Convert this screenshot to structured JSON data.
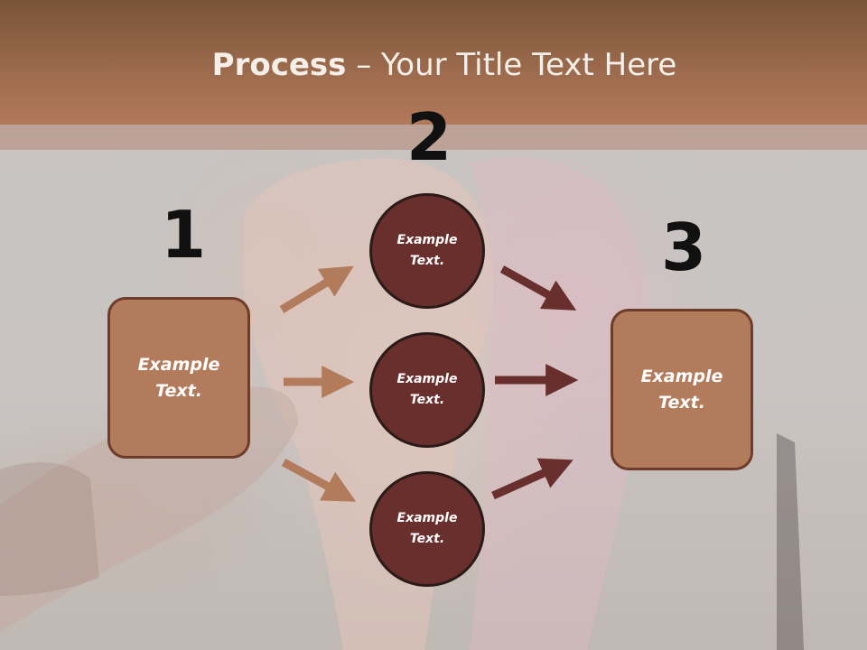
{
  "title": {
    "bold": "Process",
    "dash": " – ",
    "rest": "Your Title Text Here"
  },
  "steps": [
    {
      "number": "1",
      "label": "Example Text."
    },
    {
      "number": "2",
      "items": [
        "Example Text.",
        "Example Text.",
        "Example Text."
      ]
    },
    {
      "number": "3",
      "label": "Example Text."
    }
  ],
  "colors": {
    "header": "#9b6a4c",
    "box_fill": "#b27c5c",
    "box_border": "#6e3c2a",
    "circle_fill": "#682f2d",
    "arrow_light": "#b27c5c",
    "arrow_dark": "#682f2d"
  }
}
